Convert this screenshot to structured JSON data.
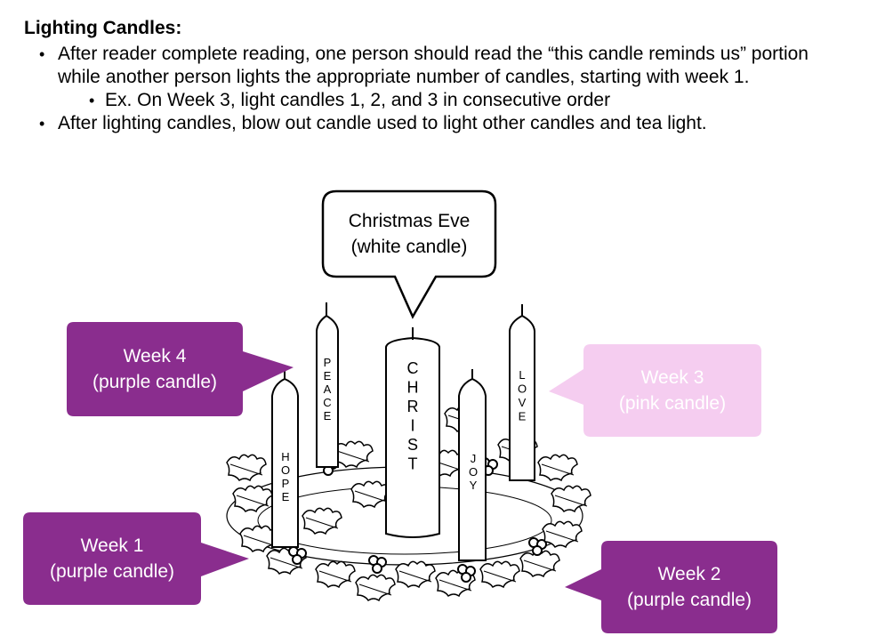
{
  "heading": "Lighting Candles:",
  "bullets": [
    "After reader complete reading, one person should read the “this candle reminds us” portion while another person lights the appropriate number of candles, starting with week 1.",
    "Ex. On Week 3, light candles 1, 2, and 3 in consecutive order",
    "After lighting candles, blow out candle used to light other candles and tea light."
  ],
  "callouts": {
    "christmas_eve": {
      "line1": "Christmas Eve",
      "line2": "(white candle)"
    },
    "week4": {
      "line1": "Week 4",
      "line2": "(purple candle)"
    },
    "week3": {
      "line1": "Week 3",
      "line2": "(pink candle)"
    },
    "week1": {
      "line1": "Week 1",
      "line2": "(purple candle)"
    },
    "week2": {
      "line1": "Week 2",
      "line2": "(purple candle)"
    }
  },
  "candles": {
    "hope": "HOPE",
    "peace": "PEACE",
    "christ": "CHRIST",
    "joy": "JOY",
    "love": "LOVE"
  },
  "colors": {
    "purple": "#8a2d8e",
    "pink": "#f5cdf0",
    "bubble_border": "#000000"
  }
}
